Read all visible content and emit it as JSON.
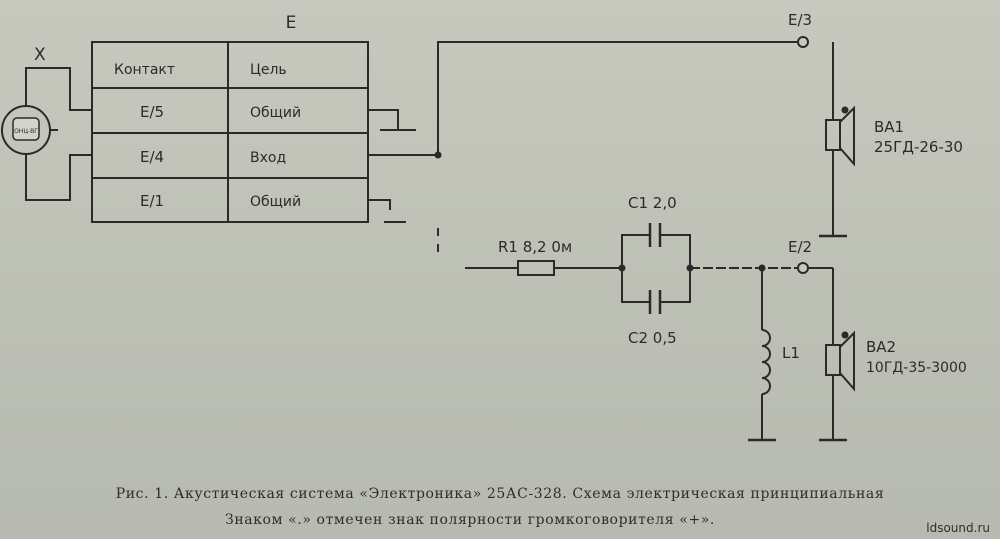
{
  "table": {
    "title": "E",
    "headers": {
      "contact": "Контакт",
      "purpose": "Цель"
    },
    "rows": [
      {
        "contact": "E/5",
        "purpose": "Общий"
      },
      {
        "contact": "E/4",
        "purpose": "Вход"
      },
      {
        "contact": "E/1",
        "purpose": "Общий"
      }
    ]
  },
  "connector": {
    "label": "X",
    "inner_label": "ОНЦ-ВГ"
  },
  "terminals": {
    "e3": "E/3",
    "e2": "E/2"
  },
  "components": {
    "r1": "R1 8,2 0м",
    "c1": "C1 2,0",
    "c2": "C2 0,5",
    "l1": "L1",
    "ba1_name": "BA1",
    "ba1_type": "25ГД-26-30",
    "ba2_name": "BA2",
    "ba2_type": "10ГД-35-3000"
  },
  "caption": {
    "line1": "Рис. 1. Акустическая система «Электроника» 25АС-328. Схема электрическая принципиальная",
    "line2": "Знаком «.» отмечен знак полярности громкоговорителя «+»."
  },
  "watermark": "ldsound.ru"
}
